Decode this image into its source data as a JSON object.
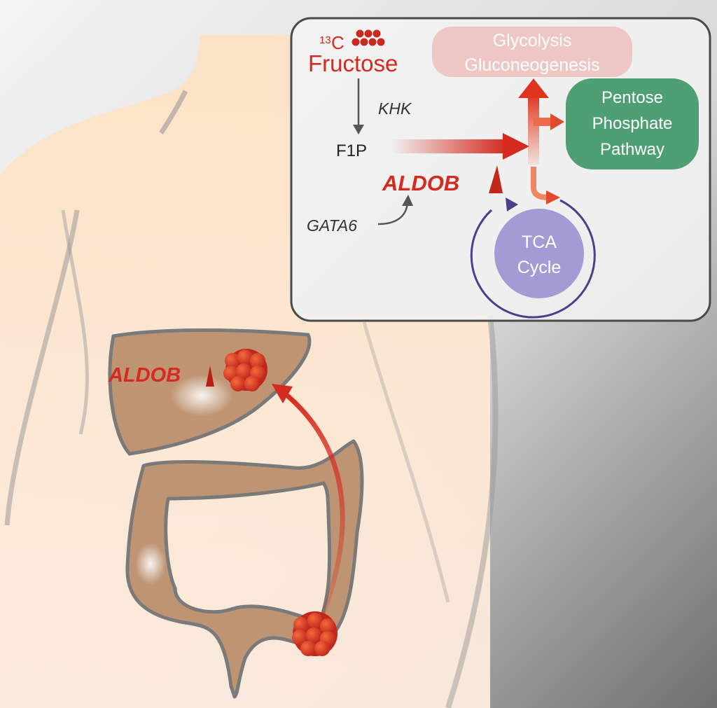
{
  "pathway": {
    "isotope_mass": "13",
    "isotope_symbol": "C",
    "fructose": "Fructose",
    "enzyme_khk": "KHK",
    "f1p": "F1P",
    "aldob": "ALDOB",
    "gata6": "GATA6",
    "glycolysis": "Glycolysis",
    "gluconeogenesis": "Gluconeogenesis",
    "ppp_line1": "Pentose",
    "ppp_line2": "Phosphate",
    "ppp_line3": "Pathway",
    "tca_line1": "TCA",
    "tca_line2": "Cycle"
  },
  "liver": {
    "aldob": "ALDOB"
  },
  "colors": {
    "accent_red": "#d42a1f",
    "glycolysis_fill": "#eec6c4",
    "ppp_fill": "#4e9f73",
    "tca_fill": "#a39bd3",
    "tca_ring": "#4b3f8e",
    "organ_fill": "#bf9472",
    "skin_fill": "#fde4c8"
  }
}
